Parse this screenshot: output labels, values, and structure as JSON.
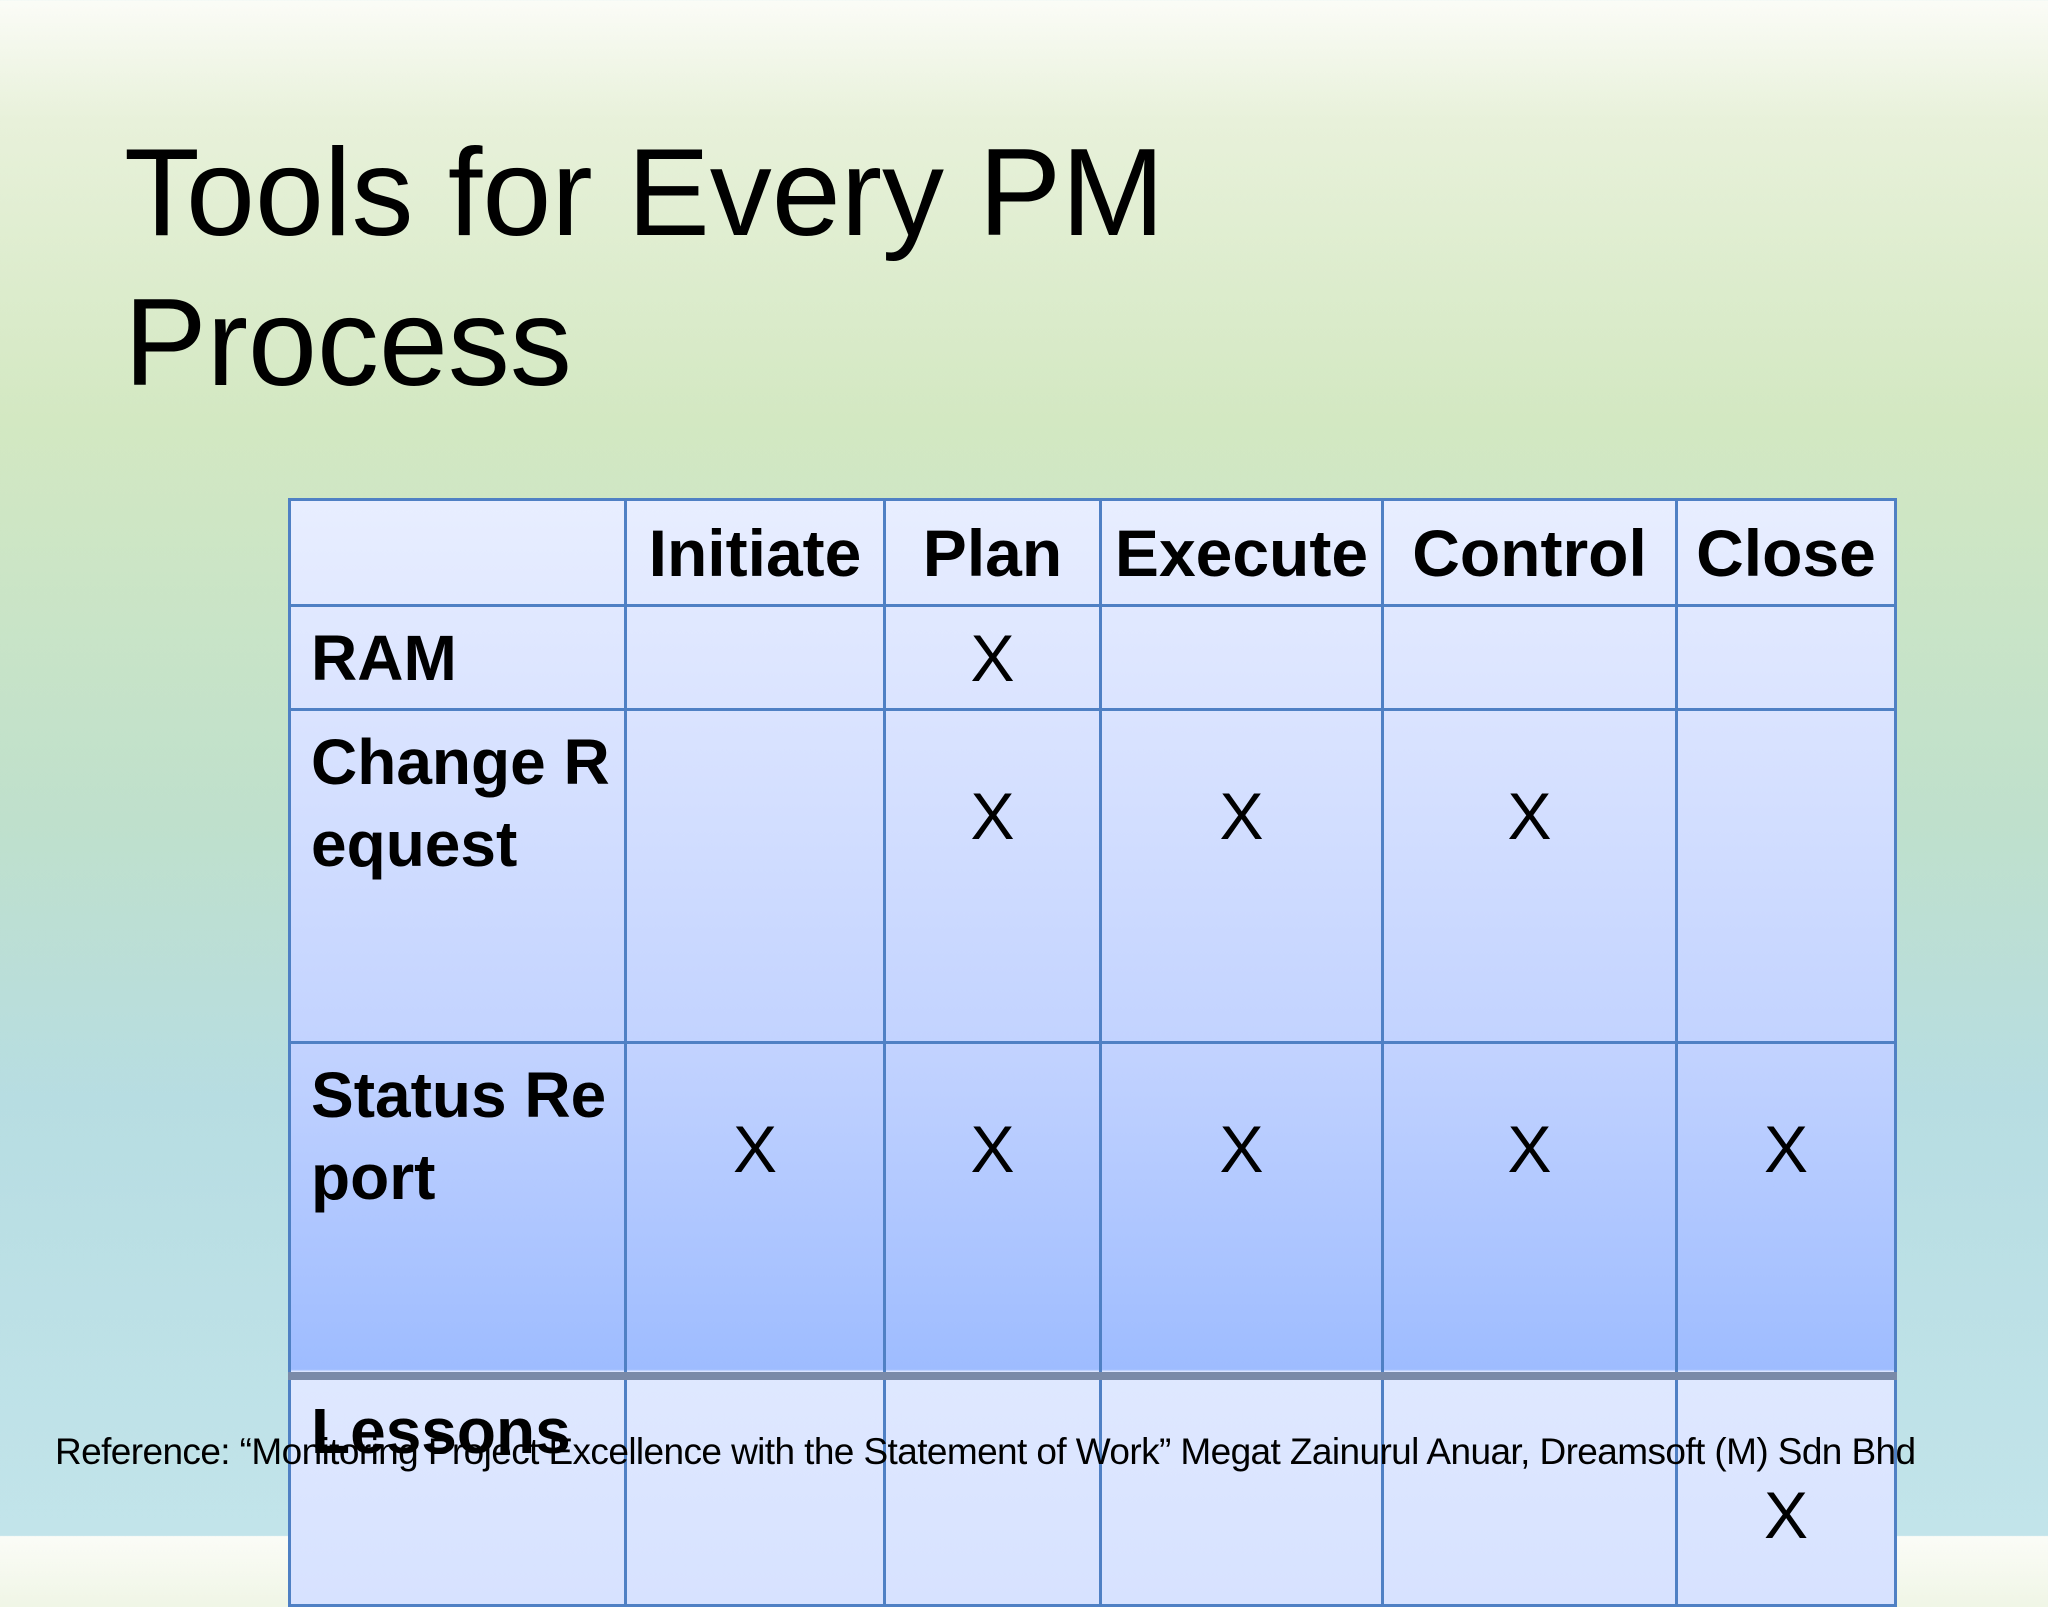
{
  "slide": {
    "title": "Tools for Every PM Process",
    "reference": "Reference: “Monitoring Project Excellence with the Statement of Work” Megat Zainurul Anuar, Dreamsoft (M) Sdn Bhd"
  },
  "table": {
    "columns": [
      "",
      "Initiate",
      "Plan",
      "Execute",
      "Control",
      "Close"
    ],
    "rows": [
      {
        "label": "RAM",
        "cells": [
          "",
          "X",
          "",
          "",
          ""
        ]
      },
      {
        "label": "Change Request",
        "cells": [
          "",
          "X",
          "X",
          "X",
          ""
        ]
      },
      {
        "label": "Status Report",
        "cells": [
          "X",
          "X",
          "X",
          "X",
          "X"
        ]
      },
      {
        "label": "Lessons",
        "cells": [
          "",
          "",
          "",
          "",
          "X"
        ]
      }
    ]
  }
}
